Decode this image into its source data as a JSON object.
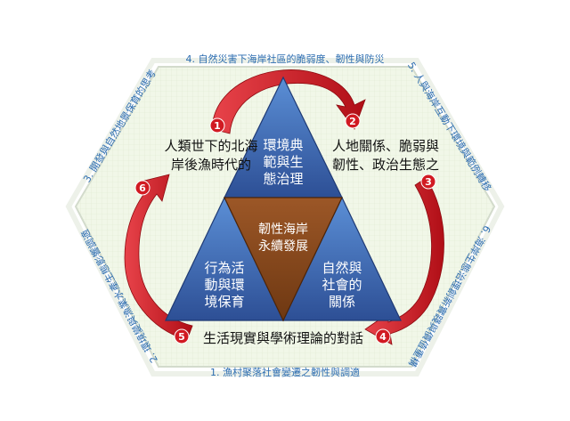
{
  "colors": {
    "hexagon_fill": "#eef6e4",
    "hexagon_stroke": "#d8dfd2",
    "triangle_blue": "#3b63ad",
    "triangle_blue_dark": "#243f7a",
    "center_brown": "#8a4a1e",
    "arrow_red": "#c8141c",
    "edge_label_blue": "#2b6cb0"
  },
  "edges": [
    {
      "id": "1",
      "label": "1. 漁村聚落社會變遷之韌性與調適"
    },
    {
      "id": "2",
      "label": "2. 環境變與漁業水產生態影響調適"
    },
    {
      "id": "3",
      "label": "3. 開發與自然地景保育的思考"
    },
    {
      "id": "4",
      "label": "4. 自然災害下海岸社區的脆弱度、韌性與防災"
    },
    {
      "id": "5",
      "label": "5. 人與海岸互動下環境與範例轉移"
    },
    {
      "id": "6",
      "label": "6. 海岸生態治理創新實踐與價值重構"
    }
  ],
  "triangles": {
    "top": [
      "環境典",
      "範與生",
      "態治理"
    ],
    "center": [
      "韌性海岸",
      "永續發展"
    ],
    "left": [
      "行為活",
      "動與環",
      "境保育"
    ],
    "right": [
      "自然與",
      "社會的",
      "關係"
    ]
  },
  "side_texts": {
    "left": [
      "人類世下的北海",
      "岸後漁時代的"
    ],
    "right": [
      "人地關係、脆弱與",
      "韌性、政治生態之"
    ],
    "bottom": "生活現實與學術理論的對話"
  },
  "arrow_badges": [
    "1",
    "2",
    "3",
    "4",
    "5",
    "6"
  ]
}
